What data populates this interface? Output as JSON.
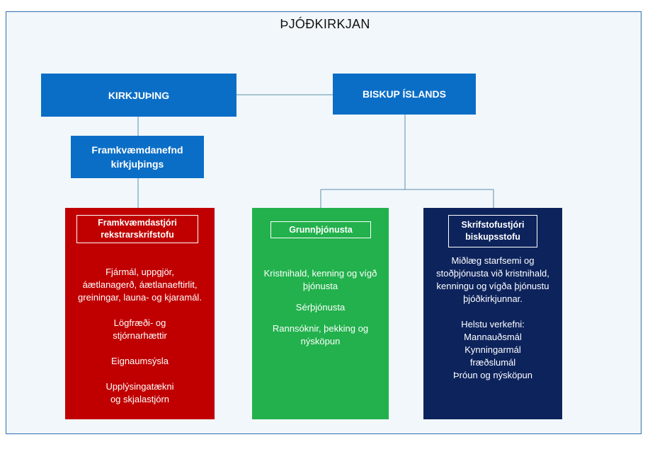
{
  "title": "ÞJÓÐKIRKJAN",
  "colors": {
    "frame_bg": "#f2f7fb",
    "frame_border": "#2f6fad",
    "blue_box": "#0b6ec6",
    "red_panel": "#c00000",
    "green_panel": "#22b14c",
    "navy_panel": "#0d235c",
    "connector": "#5b8fa8"
  },
  "nodes": {
    "kirkjuthing": "KIRKJUÞING",
    "biskup": "BISKUP ÍSLANDS",
    "framkvaemdanefnd": [
      "Framkvæmdanefnd",
      "kirkjuþings"
    ]
  },
  "panels": {
    "red": {
      "header": [
        "Framkvæmdastjóri",
        "rekstrarskrifstofu"
      ],
      "items": [
        [
          "Fjármál, uppgjör,",
          "áætlanagerð, áætlanaeftirlit,",
          "greiningar, launa- og kjaramál."
        ],
        [
          "Lögfræði- og",
          "stjórnarhættir"
        ],
        [
          "Eignaumsýsla"
        ],
        [
          "Upplýsingatækni",
          "og skjalastjórn"
        ]
      ]
    },
    "green": {
      "header": "Grunnþjónusta",
      "items": [
        [
          "Kristnihald, kenning og vígð",
          "þjónusta"
        ],
        [
          "Sérþjónusta"
        ],
        [
          "Rannsóknir, þekking og",
          "nýsköpun"
        ]
      ]
    },
    "navy": {
      "header": [
        "Skrifstofustjóri",
        "biskupsstofu"
      ],
      "description": [
        "Miðlæg starfsemi og",
        "stoðþjónusta við kristnihald,",
        "kenningu og vígða þjónustu",
        "þjóðkirkjunnar."
      ],
      "tasks_title": "Helstu verkefni:",
      "tasks": [
        "Mannauðsmál",
        "Kynningarmál",
        "fræðslumál",
        "Þróun og nýsköpun"
      ]
    }
  }
}
